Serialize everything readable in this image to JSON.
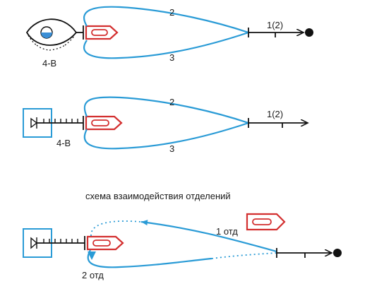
{
  "colors": {
    "blue": "#2a9bd6",
    "red": "#d32f2f",
    "black": "#111111",
    "nozzle_fill": "#3b8fd6"
  },
  "diagram1": {
    "line_upper": "2",
    "line_lower": "3",
    "line_main": "1(2)",
    "source_label": "4-В",
    "source_icon": "water-source-icon"
  },
  "diagram2": {
    "line_upper": "2",
    "line_lower": "3",
    "line_main": "1(2)",
    "source_label": "4-В",
    "source_icon": "fire-truck-box-icon"
  },
  "diagram3": {
    "caption": "схема взаимодействия отделений",
    "unit_1": "1 отд",
    "unit_2": "2 отд",
    "source_icon": "fire-truck-box-icon"
  }
}
